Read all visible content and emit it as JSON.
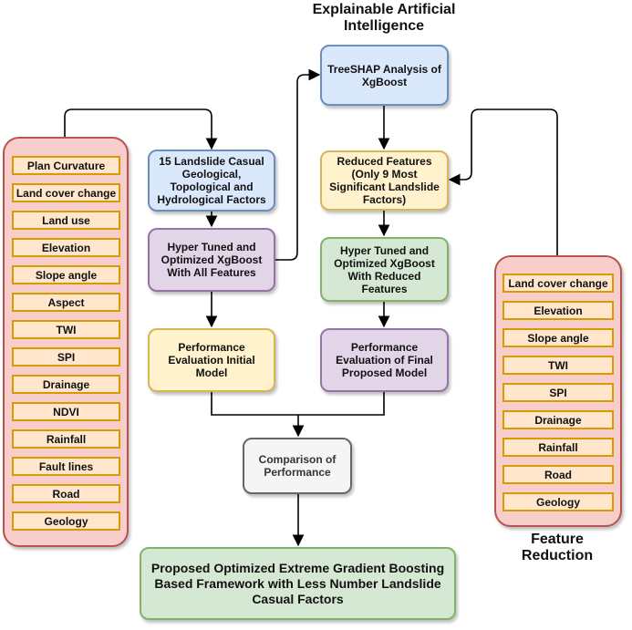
{
  "xai_title": "Explainable Artificial Intelligence",
  "feature_reduction_title": "Feature Reduction",
  "left_factors": [
    "Plan Curvature",
    "Land cover change",
    "Land use",
    "Elevation",
    "Slope angle",
    "Aspect",
    "TWI",
    "SPI",
    "Drainage",
    "NDVI",
    "Rainfall",
    "Fault lines",
    "Road",
    "Geology"
  ],
  "right_factors": [
    "Land cover change",
    "Elevation",
    "Slope angle",
    "TWI",
    "SPI",
    "Drainage",
    "Rainfall",
    "Road",
    "Geology"
  ],
  "nodes": {
    "casual_factors": "15 Landslide Casual Geological, Topological and Hydrological Factors",
    "hyper_all": "Hyper Tuned and Optimized XgBoost With All Features",
    "perf_initial": "Performance Evaluation Initial Model",
    "treeshap": "TreeSHAP Analysis of XgBoost",
    "reduced": "Reduced Features (Only 9 Most Significant Landslide Factors)",
    "hyper_reduced": "Hyper Tuned and Optimized XgBoost With Reduced Features",
    "perf_final": "Performance Evaluation of Final Proposed Model",
    "comparison": "Comparison of Performance",
    "final": "Proposed Optimized Extreme Gradient Boosting Based Framework with Less Number Landslide Casual Factors"
  }
}
